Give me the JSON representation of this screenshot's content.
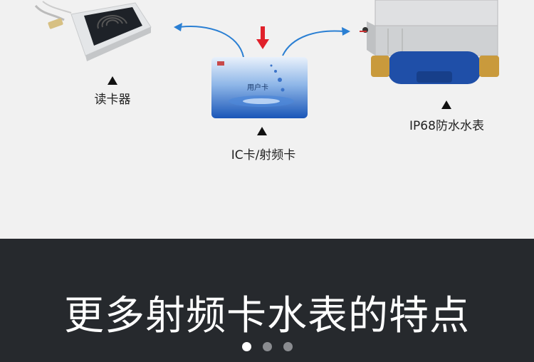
{
  "labels": {
    "reader": "读卡器",
    "card": "IC卡/射频卡",
    "meter": "IP68防水水表",
    "card_text": "用户卡"
  },
  "headline": "更多射频卡水表的特点",
  "carousel": {
    "count": 3,
    "active_index": 0
  },
  "colors": {
    "arrow_blue": "#2a7fd3",
    "arrow_red": "#e0202a",
    "banner_bg": "#26292d",
    "page_bg": "#f1f1f1",
    "meter_blue": "#1f4fa8",
    "brass": "#c99a3c"
  }
}
